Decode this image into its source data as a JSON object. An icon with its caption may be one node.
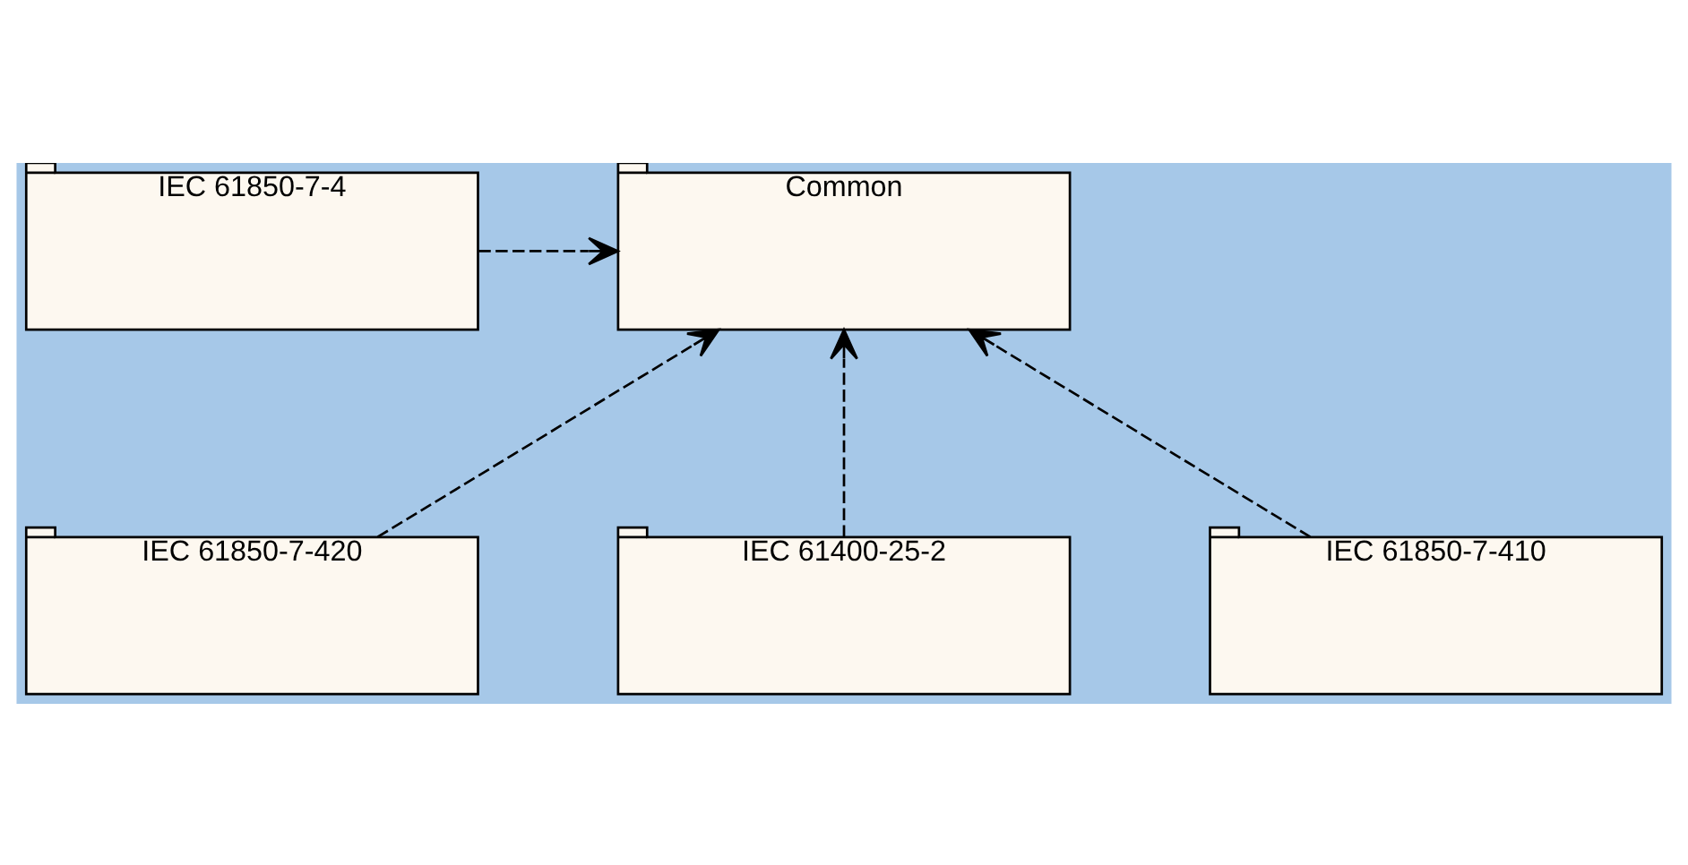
{
  "diagram": {
    "nodes": [
      {
        "text": [
          "Common"
        ]
      },
      {
        "text": [
          "IEC 61850-7-4"
        ]
      },
      {
        "text": [
          "IEC 61850-7-420"
        ]
      },
      {
        "text": [
          "IEC 61400-25-2"
        ]
      },
      {
        "text": [
          "IEC 61850-7-410"
        ]
      }
    ],
    "edges": [
      {
        "from": 1,
        "to": 0,
        "arrow": "to",
        "style": "dashed"
      },
      {
        "from": 2,
        "to": 0,
        "arrow": "to",
        "style": "dashed"
      },
      {
        "from": 3,
        "to": 0,
        "arrow": "to",
        "style": "dashed"
      },
      {
        "from": 4,
        "to": 0,
        "arrow": "to",
        "style": "dashed"
      }
    ]
  }
}
